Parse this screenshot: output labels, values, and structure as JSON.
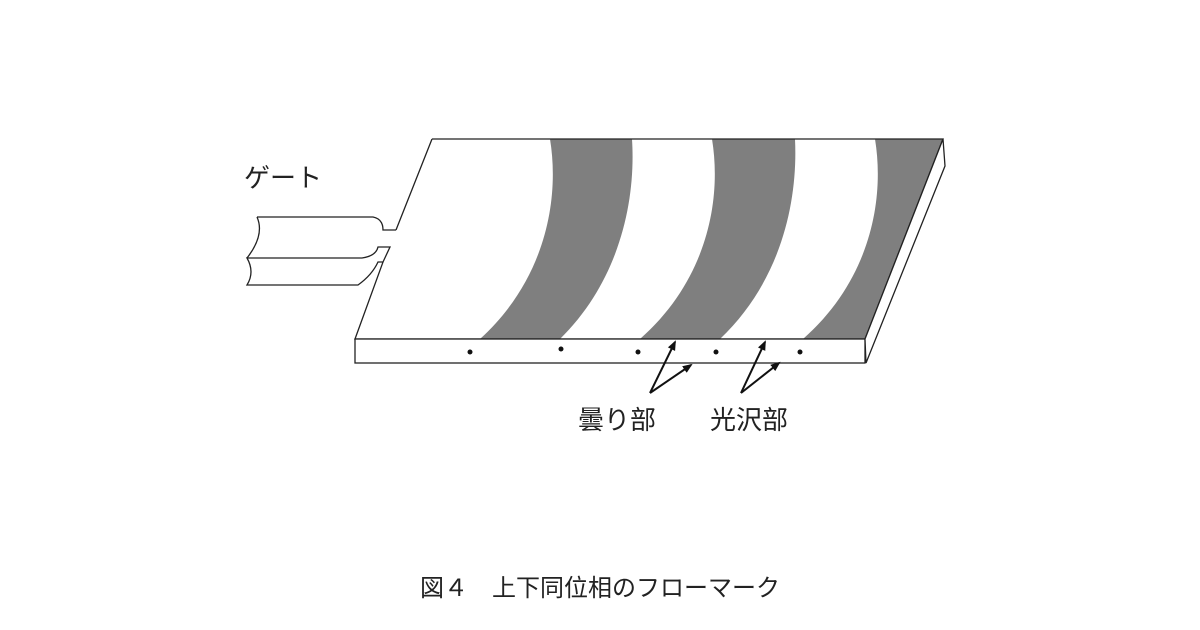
{
  "labels": {
    "gate": "ゲート",
    "matte": "曇り部",
    "gloss": "光沢部"
  },
  "caption": "図４　上下同位相のフローマーク",
  "colors": {
    "stripe": "#7f7f7f",
    "line": "#222222"
  }
}
